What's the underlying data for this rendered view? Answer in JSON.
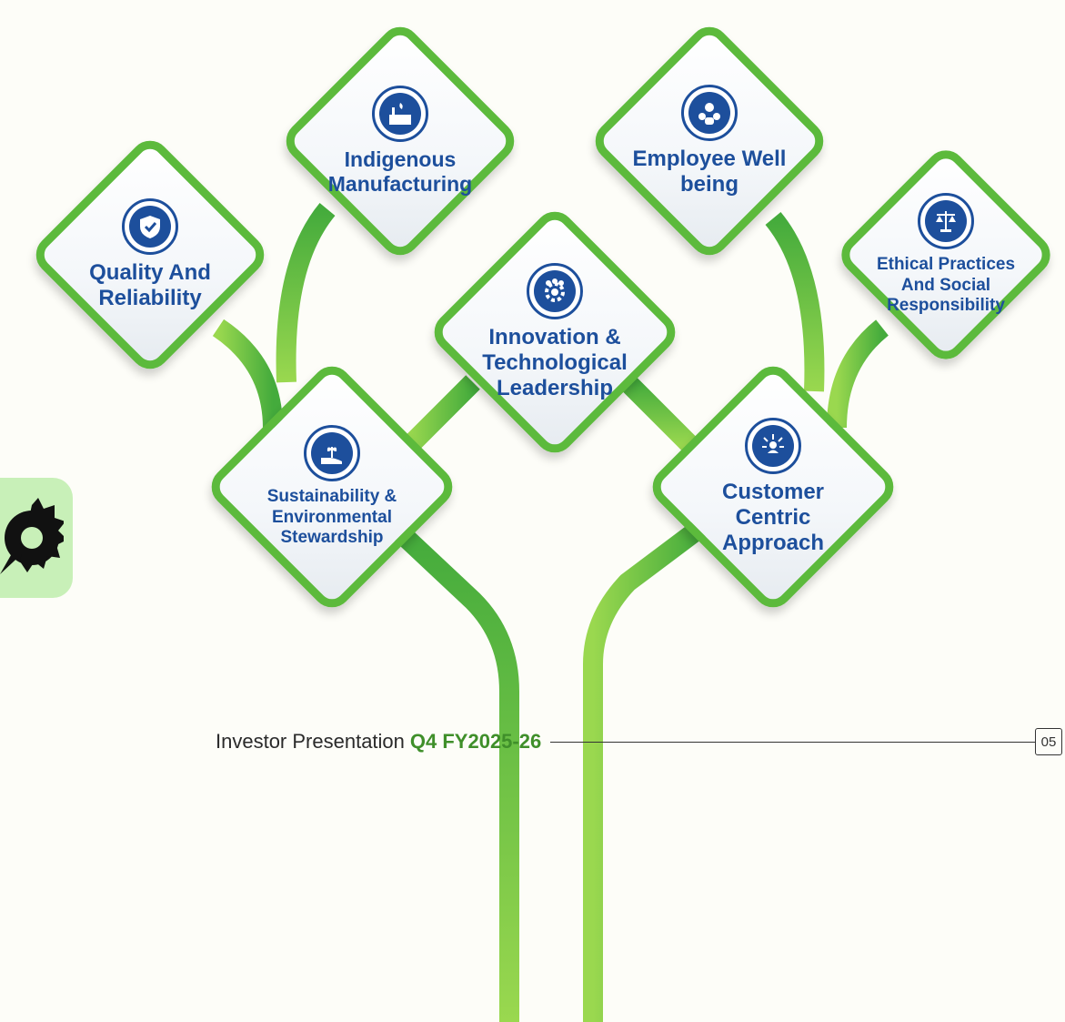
{
  "pillars": [
    {
      "label": "Quality And\nReliability",
      "icon": "shield-check-icon"
    },
    {
      "label": "Indigenous\nManufacturing",
      "icon": "factory-icon"
    },
    {
      "label": "Employee Well\nbeing",
      "icon": "people-heart-icon"
    },
    {
      "label": "Ethical Practices\nAnd Social\nResponsibility",
      "icon": "scales-icon"
    },
    {
      "label": "Innovation &\nTechnological\nLeadership",
      "icon": "team-gear-icon"
    },
    {
      "label": "Sustainability &\nEnvironmental\nStewardship",
      "icon": "plant-hand-icon"
    },
    {
      "label": "Customer\nCentric\nApproach",
      "icon": "customer-focus-icon"
    }
  ],
  "footer": {
    "title": "Investor Presentation",
    "highlight": "Q4 FY2025-26",
    "page": "05"
  },
  "colors": {
    "branch_light": "#8fd14f",
    "branch_dark": "#3aa640",
    "tile_border": "#5cba3c",
    "text_blue": "#1d4f9c",
    "footer_green": "#3f8f2a"
  }
}
